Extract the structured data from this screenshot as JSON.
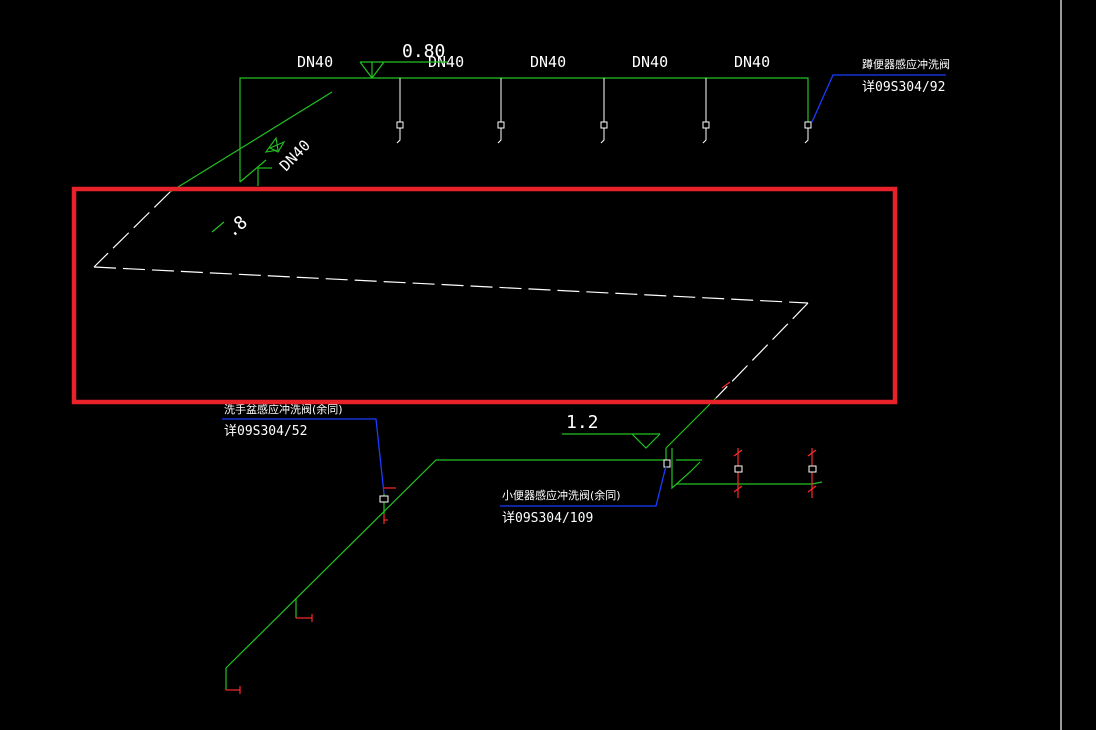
{
  "colors": {
    "background": "#000000",
    "pipe": "#22c222",
    "leader": "#1a3cff",
    "fixture": "#ff2a2a",
    "text": "#ffffff",
    "dashed": "#ffffff",
    "highlight": "#e8222b",
    "border": "#ffffff"
  },
  "labels": {
    "dn_1": "DN40",
    "dn_2": "DN40",
    "dn_3": "DN40",
    "dn_4": "DN40",
    "dn_5": "DN40",
    "dn_riser": "DN40",
    "elev_top": "0.80",
    "elev_mid": ".8",
    "elev_low": "1.2",
    "squat_valve": "蹲便器感应冲洗阀",
    "squat_ref": "详09S304/92",
    "basin_valve": "洗手盆感应冲洗阀(余同)",
    "basin_ref": "详09S304/52",
    "urinal_valve": "小便器感应冲洗阀(余同)",
    "urinal_ref": "详09S304/109"
  },
  "icons": {
    "elevation_mark": "elevation-triangle-icon",
    "valve": "valve-icon",
    "outlet": "outlet-icon"
  }
}
